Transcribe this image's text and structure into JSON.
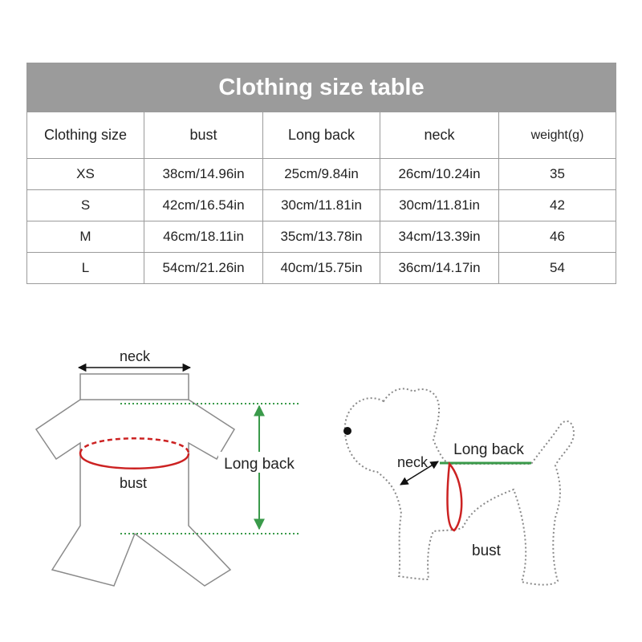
{
  "table": {
    "title": "Clothing size table",
    "headers": [
      "Clothing size",
      "bust",
      "Long back",
      "neck",
      "weight(g)"
    ],
    "rows": [
      [
        "XS",
        "38cm/14.96in",
        "25cm/9.84in",
        "26cm/10.24in",
        "35"
      ],
      [
        "S",
        "42cm/16.54in",
        "30cm/11.81in",
        "30cm/11.81in",
        "42"
      ],
      [
        "M",
        "46cm/18.11in",
        "35cm/13.78in",
        "34cm/13.39in",
        "46"
      ],
      [
        "L",
        "54cm/21.26in",
        "40cm/15.75in",
        "36cm/14.17in",
        "54"
      ]
    ]
  },
  "garment_diagram": {
    "neck_label": "neck",
    "bust_label": "bust",
    "long_back_label": "Long back"
  },
  "dog_diagram": {
    "neck_label": "neck",
    "long_back_label": "Long back",
    "bust_label": "bust"
  },
  "colors": {
    "header_bg": "#9b9b9b",
    "bust_red": "#cc2222",
    "long_back_green": "#3a9a4a",
    "outline_gray": "#8a8a8a"
  }
}
